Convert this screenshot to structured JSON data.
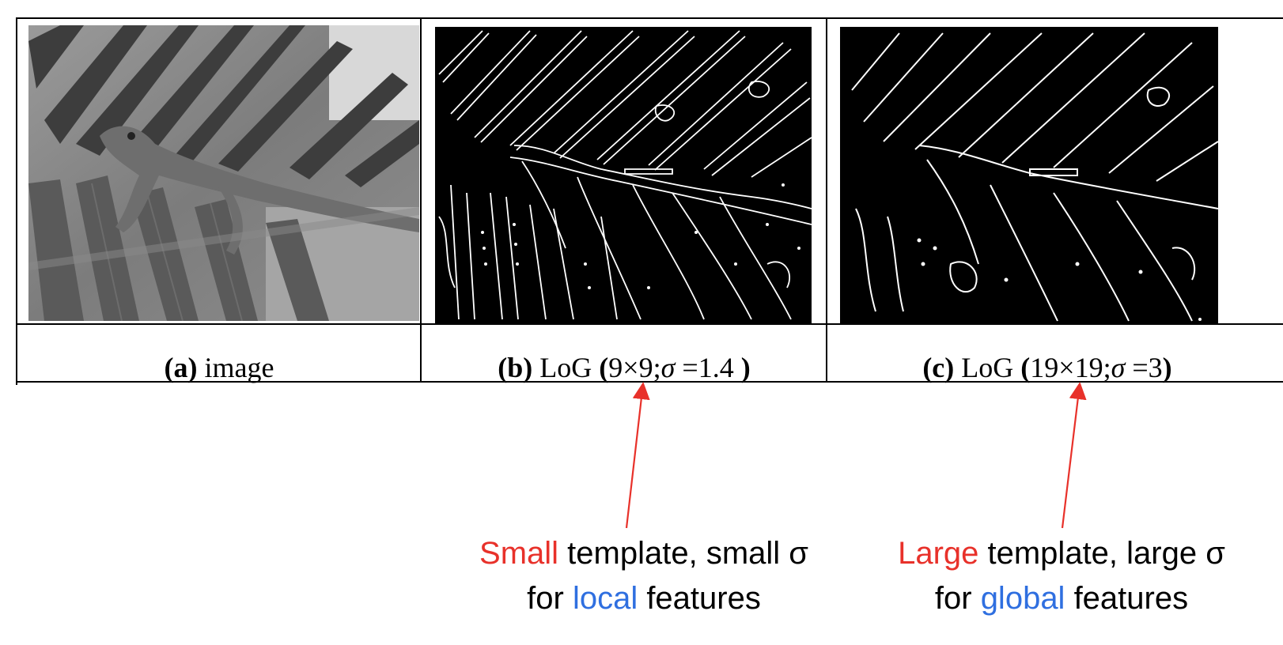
{
  "panels": [
    {
      "id": "a",
      "label": "(a)",
      "title": "image",
      "kind": "grayscale-photo"
    },
    {
      "id": "b",
      "label": "(b)",
      "title": "LoG",
      "paren_open": "(",
      "size": "9×9;",
      "sigma_symbol": "σ",
      "sigma_eq": "=",
      "sigma_value": "1.4",
      "paren_close": ")",
      "kind": "edge-map-fine"
    },
    {
      "id": "c",
      "label": "(c)",
      "title": "LoG",
      "paren_open": "(",
      "size": "19×19;",
      "sigma_symbol": "σ",
      "sigma_eq": "=",
      "sigma_value": "3",
      "paren_close": ")",
      "kind": "edge-map-coarse"
    }
  ],
  "annotations": [
    {
      "emph_word": "Small",
      "line1_rest": " template, small σ",
      "line2_pre": "for ",
      "scope_word": "local",
      "line2_post": " features"
    },
    {
      "emph_word": "Large",
      "line1_rest": " template, large σ",
      "line2_pre": "for ",
      "scope_word": "global",
      "line2_post": " features"
    }
  ],
  "colors": {
    "emphasis_red": "#e8312a",
    "scope_blue": "#2f6fe0",
    "arrow_red": "#e8312a",
    "rule_black": "#000000"
  }
}
